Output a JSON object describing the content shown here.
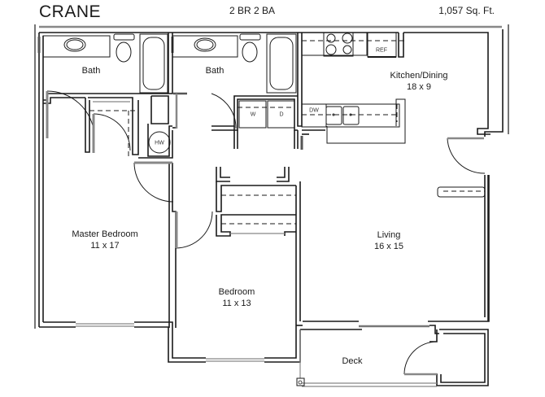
{
  "header": {
    "plan_name": "CRANE",
    "bed_bath": "2 BR 2 BA",
    "square_feet": "1,057 Sq. Ft."
  },
  "rooms": [
    {
      "id": "bath-1",
      "name": "Bath",
      "dimensions": ""
    },
    {
      "id": "bath-2",
      "name": "Bath",
      "dimensions": ""
    },
    {
      "id": "kitchen-dining",
      "name": "Kitchen/Dining",
      "dimensions": "18 x 9"
    },
    {
      "id": "master-bedroom",
      "name": "Master Bedroom",
      "dimensions": "11 x 17"
    },
    {
      "id": "bedroom",
      "name": "Bedroom",
      "dimensions": "11 x 13"
    },
    {
      "id": "living",
      "name": "Living",
      "dimensions": "16 x 15"
    },
    {
      "id": "deck",
      "name": "Deck",
      "dimensions": ""
    }
  ],
  "fixtures": {
    "water_heater": "HW",
    "washer": "W",
    "dryer": "D",
    "dishwasher": "DW",
    "refrigerator": "REF"
  },
  "colors": {
    "wall": "#1a1a1a",
    "window": "#888888",
    "background": "#ffffff"
  }
}
